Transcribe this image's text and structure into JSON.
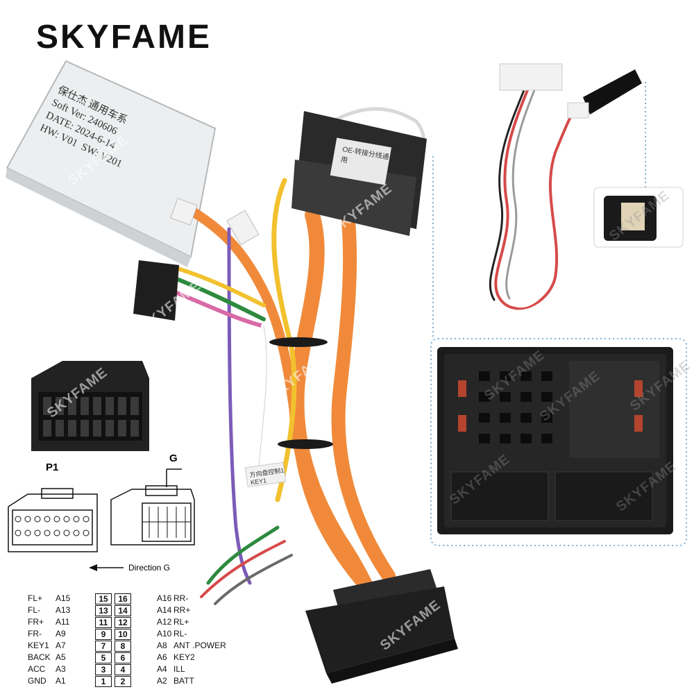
{
  "brand": "SKYFAME",
  "watermark": "SKYFAME",
  "box_label": {
    "line1": "保仕杰 通用车系",
    "line2": "Soft Ver: 240606",
    "line3": "DATE: 2024-6-14",
    "line4": "HW: V01",
    "line5": "SW: V201"
  },
  "connector_tag": "OE-转接分线通用",
  "wire_tag": "方向盘控制1",
  "wire_tag2": "KEY1",
  "diagram": {
    "p1_label": "P1",
    "g_label": "G",
    "direction_label": "Direction G"
  },
  "pinout": [
    {
      "left_name": "FL+",
      "left_pin": "A15",
      "n_left": "15",
      "n_right": "16",
      "right_pin": "A16",
      "right_name": "RR-"
    },
    {
      "left_name": "FL-",
      "left_pin": "A13",
      "n_left": "13",
      "n_right": "14",
      "right_pin": "A14",
      "right_name": "RR+"
    },
    {
      "left_name": "FR+",
      "left_pin": "A11",
      "n_left": "11",
      "n_right": "12",
      "right_pin": "A12",
      "right_name": "RL+"
    },
    {
      "left_name": "FR-",
      "left_pin": "A9",
      "n_left": "9",
      "n_right": "10",
      "right_pin": "A10",
      "right_name": "RL-"
    },
    {
      "left_name": "KEY1",
      "left_pin": "A7",
      "n_left": "7",
      "n_right": "8",
      "right_pin": "A8",
      "right_name": "ANT .POWER"
    },
    {
      "left_name": "BACK",
      "left_pin": "A5",
      "n_left": "5",
      "n_right": "6",
      "right_pin": "A6",
      "right_name": "KEY2"
    },
    {
      "left_name": "ACC",
      "left_pin": "A3",
      "n_left": "3",
      "n_right": "4",
      "right_pin": "A4",
      "right_name": "ILL"
    },
    {
      "left_name": "GND",
      "left_pin": "A1",
      "n_left": "1",
      "n_right": "2",
      "right_pin": "A2",
      "right_name": "BATT"
    }
  ]
}
